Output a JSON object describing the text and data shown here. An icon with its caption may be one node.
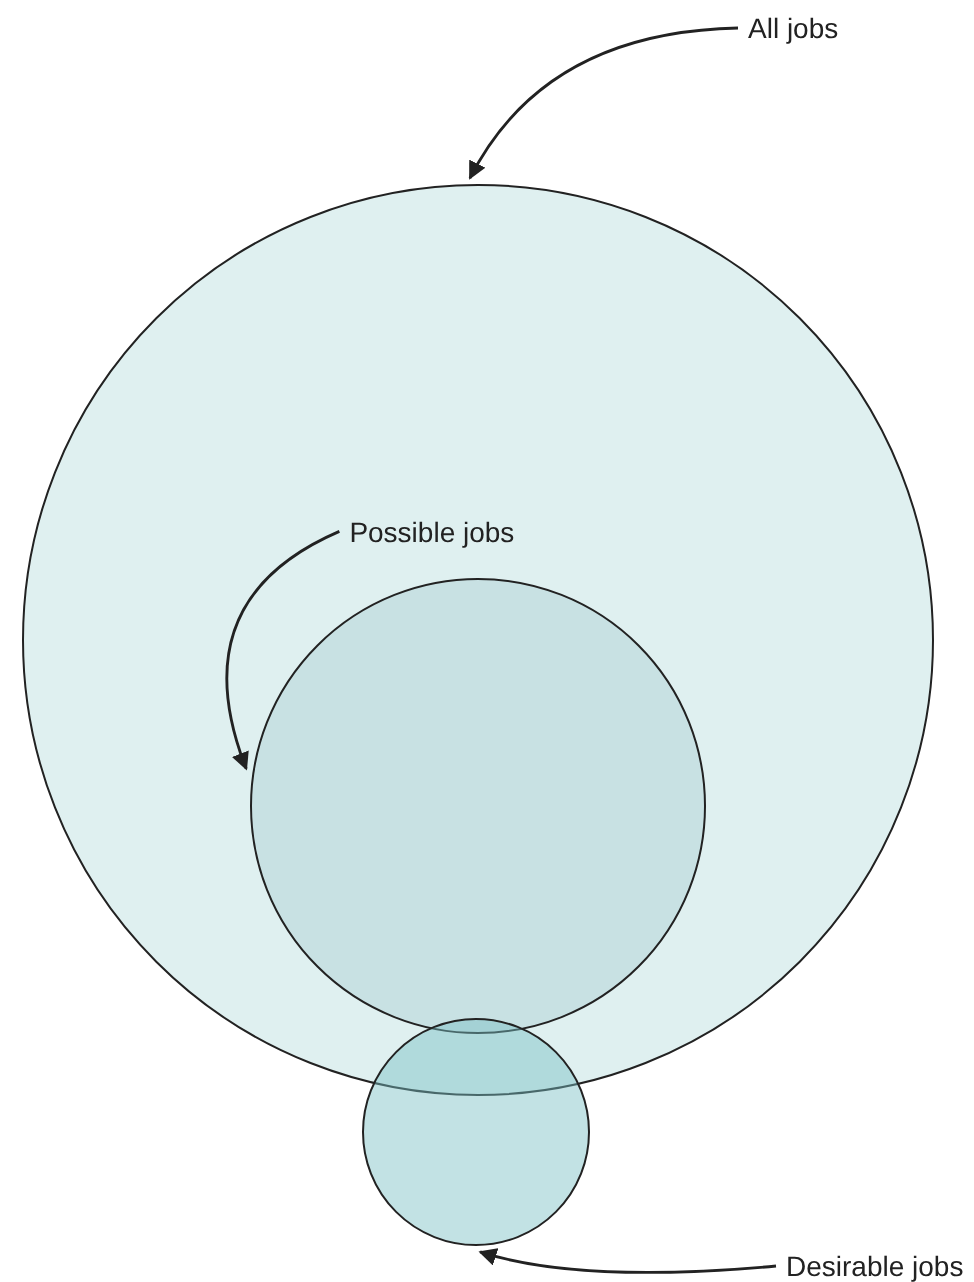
{
  "diagram": {
    "nodes": [
      {
        "text": [
          "All jobs"
        ]
      },
      {
        "text": [],
        "shape": "circle"
      },
      {
        "text": [
          "Possible jobs"
        ],
        "in": 1
      },
      {
        "text": [],
        "shape": "circle",
        "in": 1
      },
      {
        "text": [],
        "shape": "circle"
      },
      {
        "text": [
          "Desirable jobs"
        ]
      }
    ],
    "edges": [
      {
        "from": 0,
        "to": 1,
        "arrow": "to"
      },
      {
        "from": 2,
        "to": 3,
        "arrow": "to"
      },
      {
        "from": 5,
        "to": 4,
        "arrow": "to"
      }
    ]
  }
}
